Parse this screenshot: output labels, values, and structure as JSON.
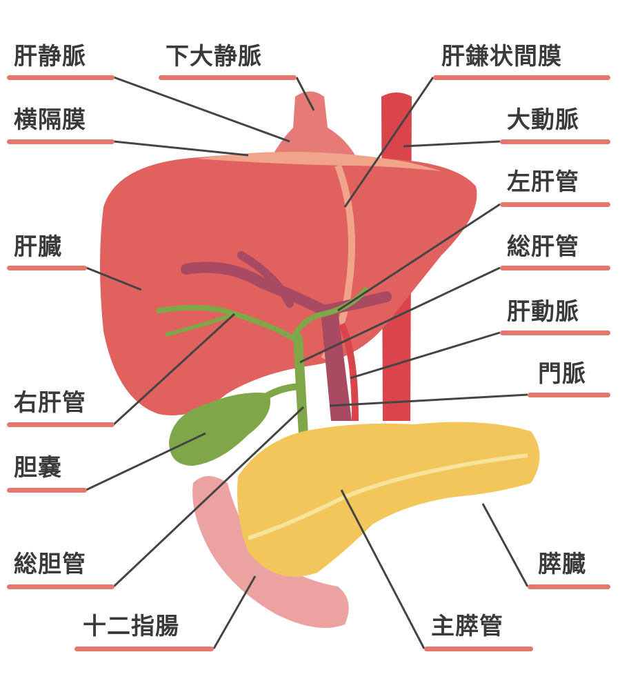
{
  "title": "肝臓・胆嚢・膵臓の解剖図",
  "colors": {
    "underline": "#e5786c",
    "liver": "#e0615e",
    "gallbladder": "#7fa648",
    "pancreas": "#f2c65a",
    "duodenum": "#eba2a0",
    "aorta": "#d9454a",
    "vein": "#a94a63",
    "text": "#3a3a3a",
    "leader": "#444444"
  },
  "labels": {
    "hepatic_vein": "肝静脈",
    "inferior_vena_cava": "下大静脈",
    "falciform_ligament": "肝鎌状間膜",
    "diaphragm": "横隔膜",
    "aorta": "大動脈",
    "left_hepatic_duct": "左肝管",
    "liver": "肝臓",
    "common_hepatic_duct": "総肝管",
    "hepatic_artery": "肝動脈",
    "portal_vein": "門脈",
    "right_hepatic_duct": "右肝管",
    "gallbladder": "胆嚢",
    "common_bile_duct": "総胆管",
    "pancreas": "膵臓",
    "duodenum": "十二指腸",
    "main_pancreatic_duct": "主膵管"
  }
}
